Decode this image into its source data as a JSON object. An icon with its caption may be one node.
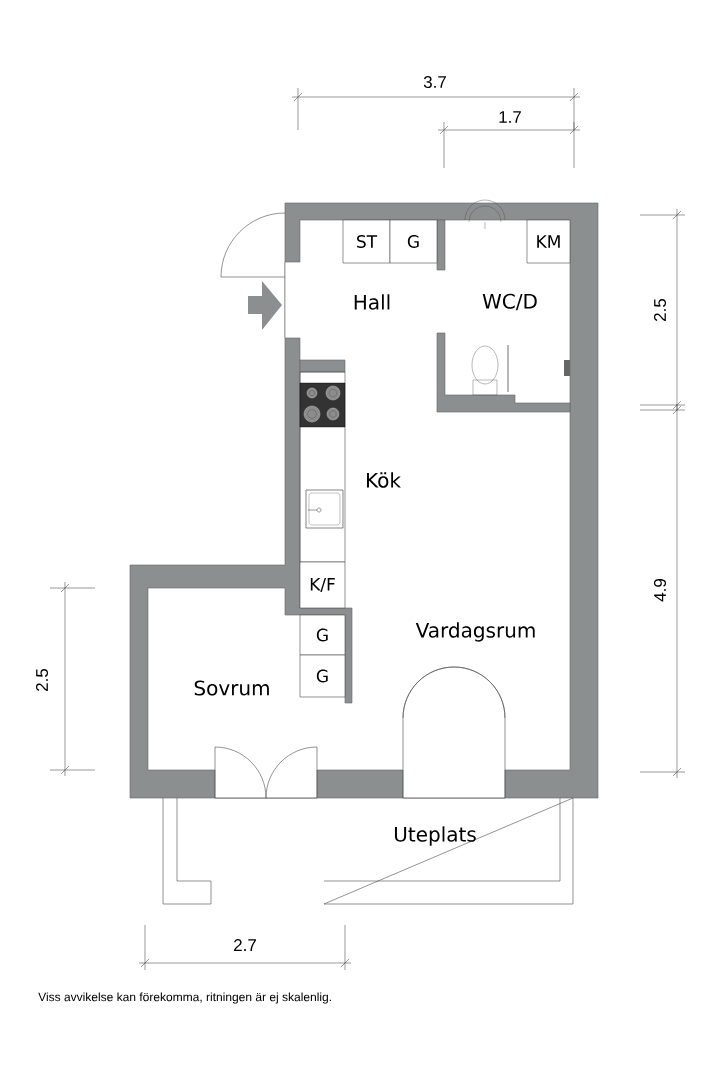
{
  "diagram": {
    "caption": "Viss avvikelse kan förekomma, ritningen är ej skalenlig.",
    "nodes": [
      {
        "text": [
          "ST"
        ]
      },
      {
        "text": [
          "G"
        ]
      },
      {
        "text": [
          "KM"
        ]
      },
      {
        "text": [
          "K/F"
        ]
      },
      {
        "text": [
          "G"
        ]
      },
      {
        "text": [
          "G"
        ]
      }
    ],
    "labels": [
      "3.7",
      "1.7",
      "2.5",
      "Hall",
      "WC/D",
      "Kök",
      "4.9",
      "Vardagsrum",
      "2.5",
      "Sovrum",
      "Uteplats",
      "2.7"
    ]
  }
}
